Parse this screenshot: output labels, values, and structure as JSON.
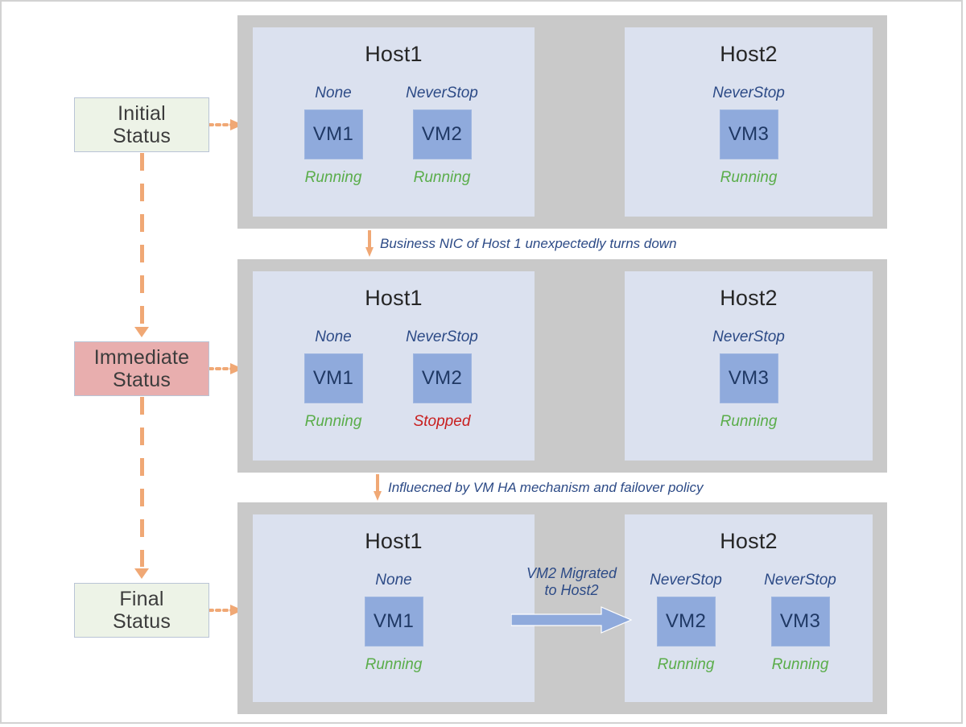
{
  "diagram": {
    "title": "VM HA failover state transition",
    "colors": {
      "stage_container": "#c9c9c9",
      "host_panel": "#dbe1ef",
      "vm_box": "#8faadc",
      "vm_label_text": "#1f3864",
      "policy_text": "#2c4a86",
      "running": "#5aad4a",
      "stopped": "#c81e1e",
      "flow_arrow": "#f0a875",
      "chip_green": "#edf3e7",
      "chip_pink": "#e8aeae",
      "migration_arrow": "#8faadc"
    }
  },
  "status_chips": [
    {
      "name": "initial",
      "line1": "Initial",
      "line2": "Status"
    },
    {
      "name": "immediate",
      "line1": "Immediate",
      "line2": "Status"
    },
    {
      "name": "final",
      "line1": "Final",
      "line2": "Status"
    }
  ],
  "transitions": [
    {
      "name": "nic-down",
      "label": "Business NIC of Host 1 unexpectedly turns down"
    },
    {
      "name": "ha-failover",
      "label": "Influecned by VM HA mechanism and failover policy"
    }
  ],
  "migration": {
    "label_line1": "VM2 Migrated",
    "label_line2": "to Host2",
    "arrow_icon": "right-arrow-icon"
  },
  "stages": [
    {
      "name": "initial-status",
      "hosts": [
        {
          "title": "Host1",
          "vms": [
            {
              "policy": "None",
              "name": "VM1",
              "state": "Running",
              "state_kind": "running"
            },
            {
              "policy": "NeverStop",
              "name": "VM2",
              "state": "Running",
              "state_kind": "running"
            }
          ]
        },
        {
          "title": "Host2",
          "vms": [
            {
              "policy": "NeverStop",
              "name": "VM3",
              "state": "Running",
              "state_kind": "running"
            }
          ]
        }
      ]
    },
    {
      "name": "immediate-status",
      "hosts": [
        {
          "title": "Host1",
          "vms": [
            {
              "policy": "None",
              "name": "VM1",
              "state": "Running",
              "state_kind": "running"
            },
            {
              "policy": "NeverStop",
              "name": "VM2",
              "state": "Stopped",
              "state_kind": "stopped"
            }
          ]
        },
        {
          "title": "Host2",
          "vms": [
            {
              "policy": "NeverStop",
              "name": "VM3",
              "state": "Running",
              "state_kind": "running"
            }
          ]
        }
      ]
    },
    {
      "name": "final-status",
      "hosts": [
        {
          "title": "Host1",
          "vms": [
            {
              "policy": "None",
              "name": "VM1",
              "state": "Running",
              "state_kind": "running"
            }
          ]
        },
        {
          "title": "Host2",
          "vms": [
            {
              "policy": "NeverStop",
              "name": "VM2",
              "state": "Running",
              "state_kind": "running"
            },
            {
              "policy": "NeverStop",
              "name": "VM3",
              "state": "Running",
              "state_kind": "running"
            }
          ]
        }
      ]
    }
  ]
}
